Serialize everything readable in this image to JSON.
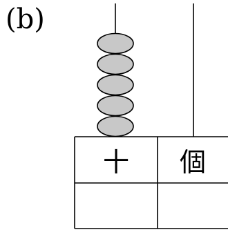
{
  "figure": {
    "label": "(b)"
  },
  "abacus": {
    "rods": [
      {
        "place": "tens",
        "label": "十",
        "bead_count": 5
      },
      {
        "place": "ones",
        "label": "個",
        "bead_count": 0
      }
    ],
    "bead_color": "#c8c8c8",
    "line_color": "#000000"
  },
  "answer_row": {
    "tens": "",
    "ones": ""
  }
}
